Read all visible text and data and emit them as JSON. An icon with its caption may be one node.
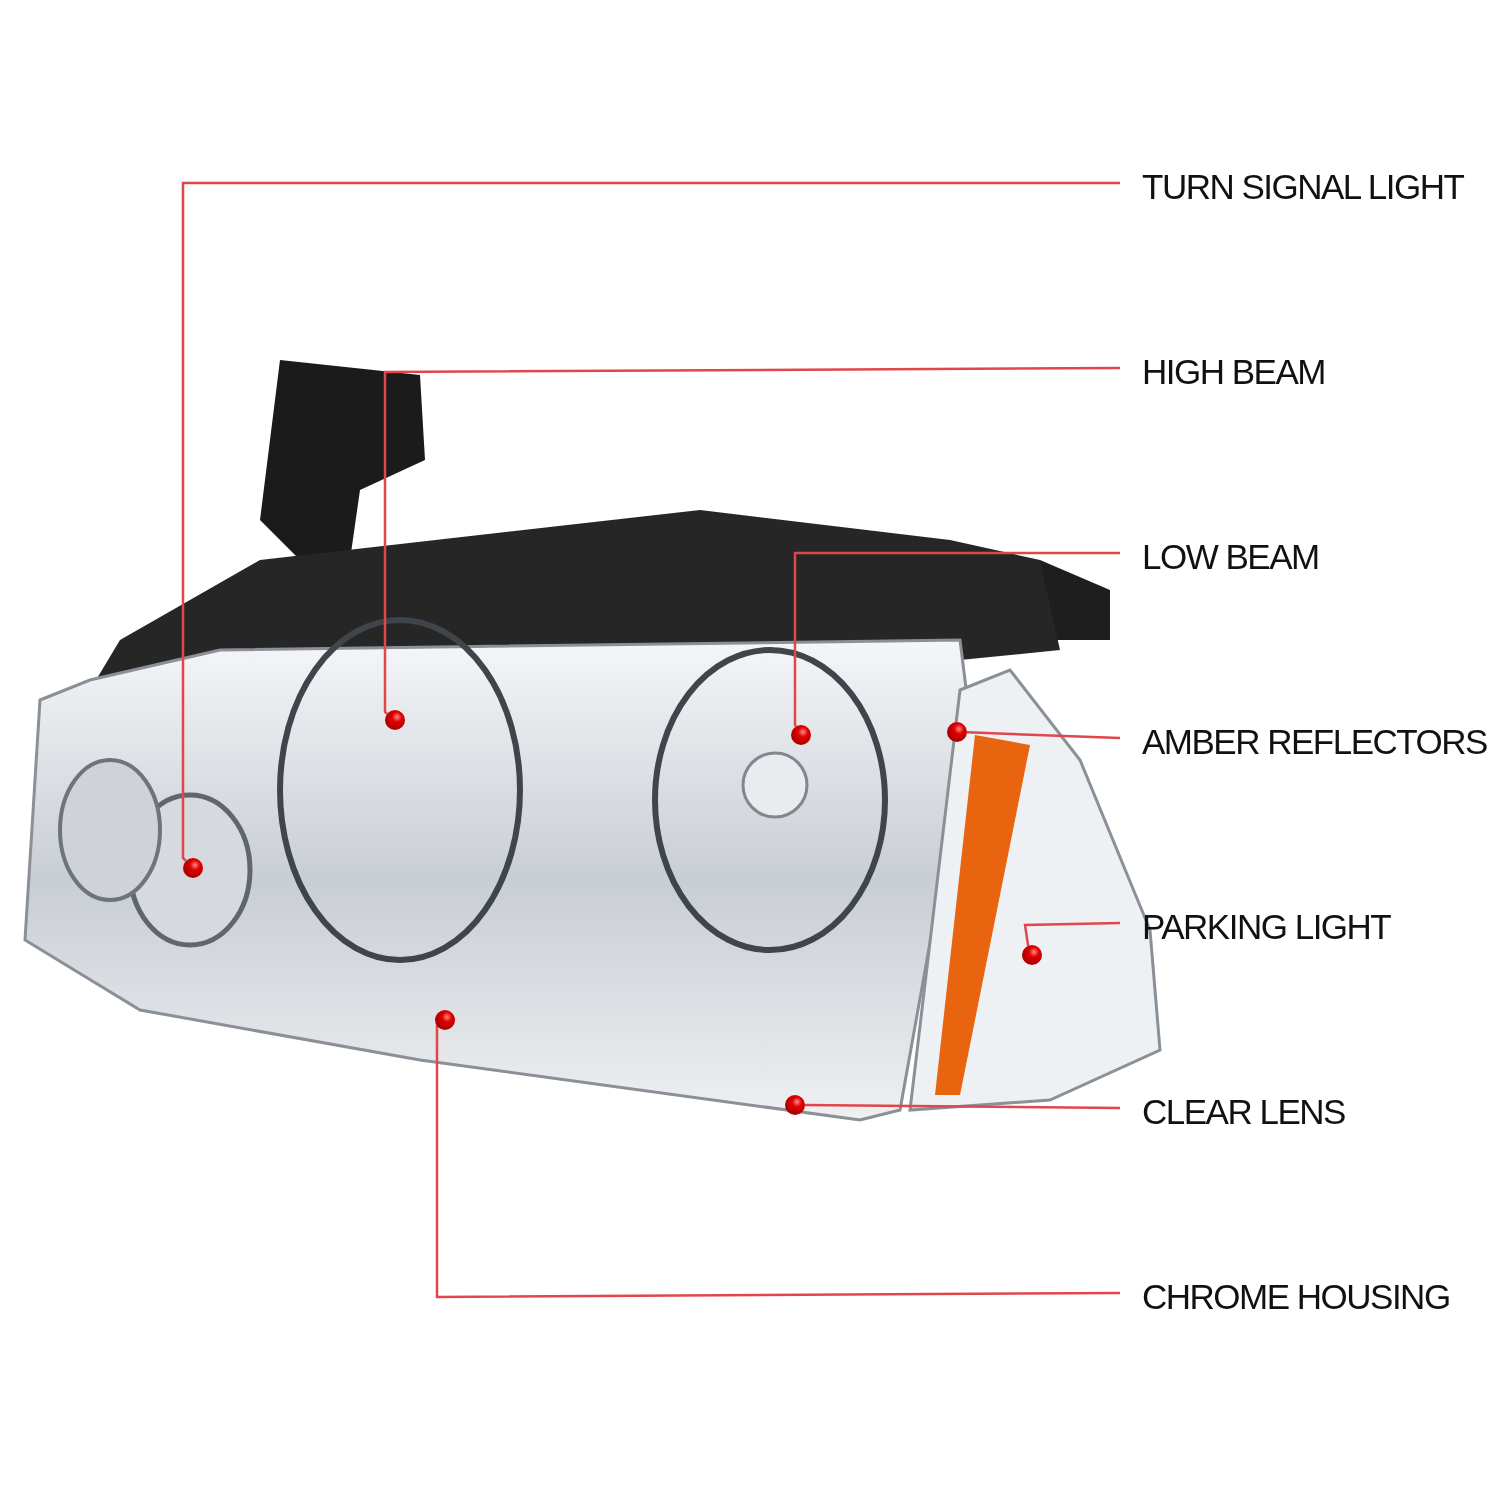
{
  "diagram": {
    "nodes": [
      {
        "text": [
          "TURN SIGNAL LIGHT"
        ]
      },
      {
        "text": [
          "HIGH BEAM"
        ]
      },
      {
        "text": [
          "LOW BEAM"
        ]
      },
      {
        "text": [
          "AMBER REFLECTORS"
        ]
      },
      {
        "text": [
          "PARKING LIGHT"
        ]
      },
      {
        "text": [
          "CLEAR LENS"
        ]
      },
      {
        "text": [
          "CHROME HOUSING"
        ]
      },
      {
        "text": [],
        "shape": "circle"
      },
      {
        "text": [],
        "shape": "circle"
      },
      {
        "text": [],
        "shape": "circle"
      },
      {
        "text": [],
        "shape": "circle"
      },
      {
        "text": [],
        "shape": "circle"
      },
      {
        "text": [],
        "shape": "circle"
      },
      {
        "text": [],
        "shape": "circle"
      }
    ],
    "edges": [
      {
        "from": 0,
        "to": 7,
        "arrow": "none"
      },
      {
        "from": 1,
        "to": 8,
        "arrow": "none"
      },
      {
        "from": 2,
        "to": 9,
        "arrow": "none"
      },
      {
        "from": 3,
        "to": 10,
        "arrow": "none"
      },
      {
        "from": 4,
        "to": 11,
        "arrow": "none"
      },
      {
        "from": 5,
        "to": 12,
        "arrow": "none"
      },
      {
        "from": 6,
        "to": 13,
        "arrow": "none"
      }
    ]
  }
}
